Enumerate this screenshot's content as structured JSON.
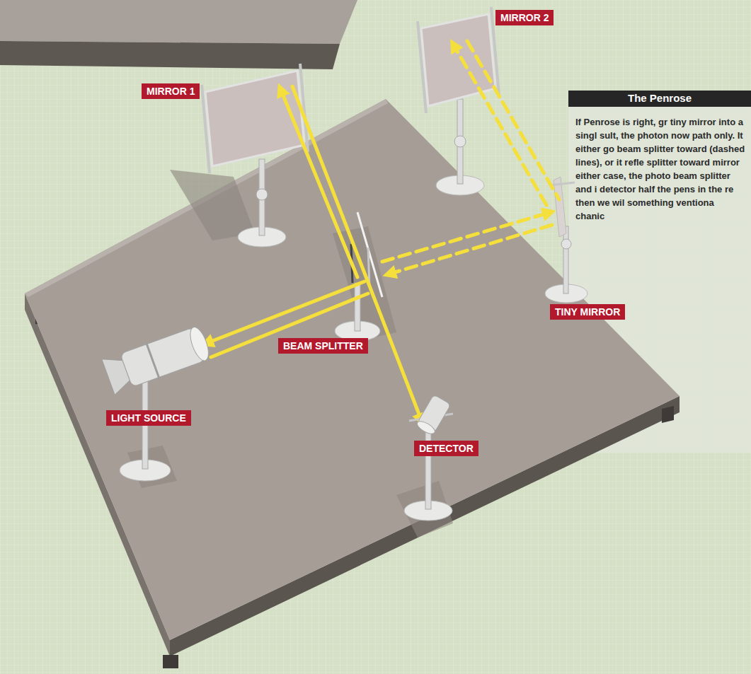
{
  "diagram": {
    "nodes": [
      {
        "text": [
          "MIRROR 2"
        ]
      },
      {
        "text": [
          "MIRROR 1"
        ]
      },
      {
        "text": [
          "The Penrose",
          "If Penrose is right, gr tiny mirror into a singl sult, the photon now path only. It either go beam splitter toward (dashed lines), or it refle splitter toward mirror either case, the photo beam splitter and i detector half the pens in the re then we wil something ventiona chanic"
        ]
      },
      {
        "text": [
          "TINY MIRROR"
        ]
      },
      {
        "text": [
          "BEAM SPLITTER"
        ]
      },
      {
        "text": [
          "LIGHT SOURCE"
        ]
      },
      {
        "text": [
          "DETECTOR"
        ]
      }
    ]
  }
}
